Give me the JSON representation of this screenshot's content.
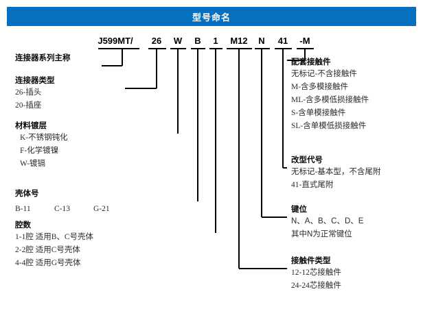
{
  "header": {
    "title": "型号命名",
    "bar_color": "#0570bf"
  },
  "part_number": {
    "segments": [
      {
        "text": "J599MT/",
        "name": "seg-series"
      },
      {
        "text": "26",
        "name": "seg-type"
      },
      {
        "text": "W",
        "name": "seg-plating"
      },
      {
        "text": "B",
        "name": "seg-shell"
      },
      {
        "text": "1",
        "name": "seg-cavity"
      },
      {
        "text": "M12",
        "name": "seg-contact-type"
      },
      {
        "text": "N",
        "name": "seg-keying"
      },
      {
        "text": "41",
        "name": "seg-modification"
      },
      {
        "text": "-M",
        "name": "seg-contact-set"
      }
    ]
  },
  "left_blocks": [
    {
      "heading": "连接器系列主称",
      "items": []
    },
    {
      "heading": "连接器类型",
      "items": [
        "26-插头",
        "20-插座"
      ]
    },
    {
      "heading": "材料镀层",
      "items": [
        "K-不锈钢钝化",
        "F-化学镀镍",
        "W-镀镉"
      ]
    },
    {
      "heading": "壳体号",
      "items": []
    },
    {
      "heading": "腔数",
      "items": [
        "1-1腔  适用B、C号壳体",
        "2-2腔  适用C号壳体",
        "4-4腔  适用G号壳体"
      ]
    }
  ],
  "shell_codes": [
    "B-11",
    "C-13",
    "G-21"
  ],
  "right_blocks": [
    {
      "heading": "配套接触件",
      "items": [
        "无标记-不含接触件",
        "M-含多模接触件",
        "ML-含多模低损接触件",
        "S-含单模接触件",
        "SL-含单模低损接触件"
      ]
    },
    {
      "heading": "改型代号",
      "items": [
        "无标记-基本型，不含尾附",
        "41-直式尾附"
      ]
    },
    {
      "heading": "键位",
      "items": [
        "N、A、B、C、D、E",
        "其中N为正常键位"
      ]
    },
    {
      "heading": "接触件类型",
      "items": [
        "12-12芯接触件",
        "24-24芯接触件"
      ]
    }
  ]
}
